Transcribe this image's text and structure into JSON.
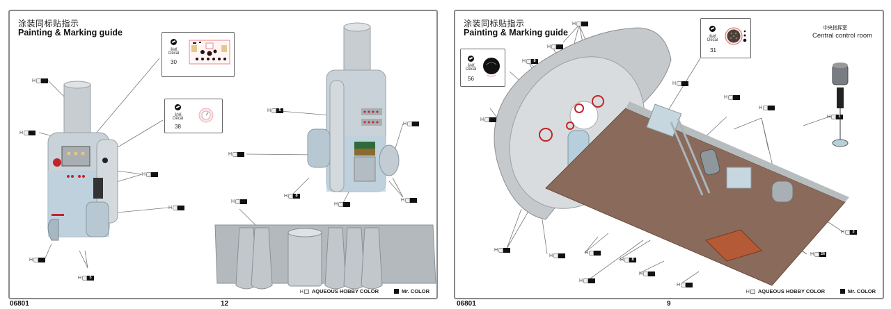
{
  "document": {
    "guide_title_cn": "涂装同标贴指示",
    "guide_title_en": "Painting & Marking guide",
    "product_code": "06801",
    "legend": {
      "aqueous_prefix": "H",
      "aqueous_label": "AQUEOUS HOBBY COLOR",
      "mr_color_label": "Mr. COLOR"
    },
    "decal_word": "Decal",
    "decal_cn": "贴纸"
  },
  "left_page": {
    "page_number": "12",
    "decals": [
      {
        "number": "30",
        "subject": "gauge-panel-decal"
      },
      {
        "number": "38",
        "subject": "single-gauge-decal"
      }
    ],
    "callouts": [
      {
        "prefix": "H",
        "code": ""
      },
      {
        "prefix": "H",
        "code": ""
      },
      {
        "prefix": "H",
        "code": ""
      },
      {
        "prefix": "H",
        "code": ""
      },
      {
        "prefix": "H",
        "code": ""
      },
      {
        "prefix": "H",
        "code": "5"
      },
      {
        "prefix": "H",
        "code": "5"
      },
      {
        "prefix": "H",
        "code": ""
      },
      {
        "prefix": "H",
        "code": ""
      },
      {
        "prefix": "H",
        "code": "8"
      },
      {
        "prefix": "H",
        "code": ""
      },
      {
        "prefix": "H",
        "code": ""
      },
      {
        "prefix": "H",
        "code": ""
      }
    ]
  },
  "right_page": {
    "page_number": "9",
    "section_caption_cn": "中央指挥室",
    "section_caption_en": "Central control room",
    "decals": [
      {
        "number": "56",
        "subject": "round-dial-decal"
      },
      {
        "number": "31",
        "subject": "round-panel-decal"
      }
    ],
    "callouts": [
      {
        "prefix": "H",
        "code": ""
      },
      {
        "prefix": "H",
        "code": ""
      },
      {
        "prefix": "H",
        "code": "8"
      },
      {
        "prefix": "H",
        "code": ""
      },
      {
        "prefix": "H",
        "code": ""
      },
      {
        "prefix": "H",
        "code": ""
      },
      {
        "prefix": "H",
        "code": ""
      },
      {
        "prefix": "H",
        "code": "1"
      },
      {
        "prefix": "H",
        "code": ""
      },
      {
        "prefix": "H",
        "code": ""
      },
      {
        "prefix": "H",
        "code": ""
      },
      {
        "prefix": "H",
        "code": "8"
      },
      {
        "prefix": "H",
        "code": ""
      },
      {
        "prefix": "H",
        "code": ""
      },
      {
        "prefix": "H",
        "code": ""
      },
      {
        "prefix": "H",
        "code": "3"
      },
      {
        "prefix": "H",
        "code": "26"
      }
    ]
  }
}
